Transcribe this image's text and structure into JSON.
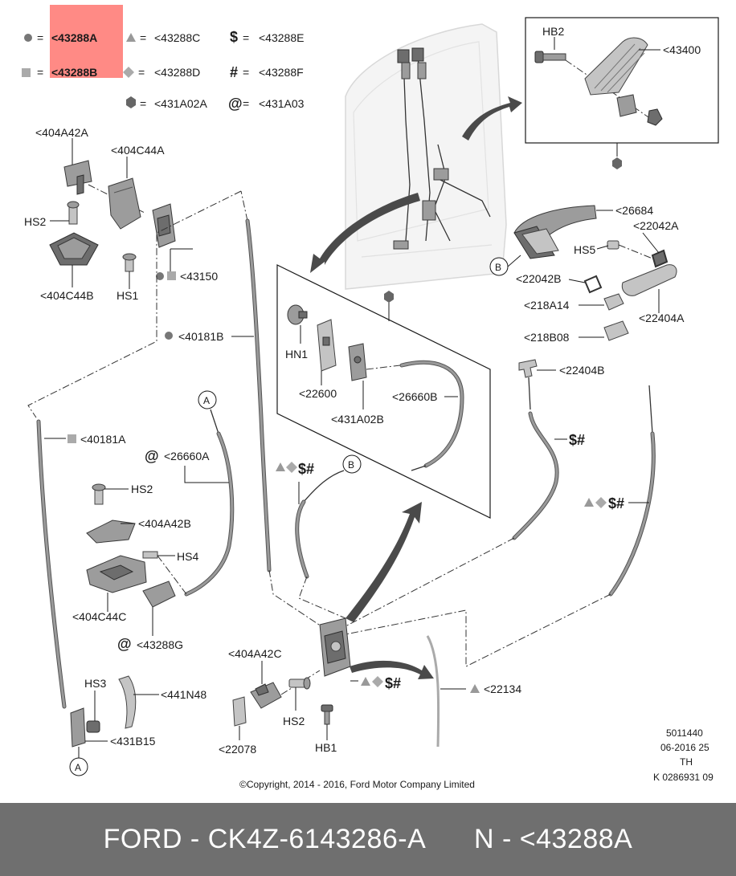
{
  "legend": {
    "eq": "=",
    "items": [
      {
        "symbol": "circle",
        "code": "<43288A"
      },
      {
        "symbol": "triangle",
        "code": "<43288C"
      },
      {
        "symbol": "$",
        "code": "<43288E"
      },
      {
        "symbol": "square",
        "code": "<43288B"
      },
      {
        "symbol": "diamond",
        "code": "<43288D"
      },
      {
        "symbol": "#",
        "code": "<43288F"
      },
      {
        "symbol": "hexagon",
        "code": "<431A02A"
      },
      {
        "symbol": "@",
        "code": "<431A03"
      }
    ],
    "highlight_color": "#ff8a85"
  },
  "symbols": {
    "dollar": "$",
    "hash": "#",
    "dollar_hash": "$#",
    "at": "@"
  },
  "callouts": {
    "A": "A",
    "B": "B"
  },
  "labels": {
    "p404A42A": "<404A42A",
    "p404C44A": "<404C44A",
    "HS2": "HS2",
    "p404C44B": "<404C44B",
    "HS1": "HS1",
    "p43150": "<43150",
    "p40181B": "<40181B",
    "p40181A": "<40181A",
    "p26660A": "<26660A",
    "HS2b": "HS2",
    "p404A42B": "<404A42B",
    "HS4": "HS4",
    "p404C44C": "<404C44C",
    "p43288G": "<43288G",
    "HS3": "HS3",
    "p441N48": "<441N48",
    "p431B15": "<431B15",
    "HB2": "HB2",
    "p43400": "<43400",
    "p26684": "<26684",
    "p22042A": "<22042A",
    "HS5": "HS5",
    "p22042B": "<22042B",
    "p218A14": "<218A14",
    "p22404A": "<22404A",
    "p218B08": "<218B08",
    "p22404B": "<22404B",
    "HN1": "HN1",
    "p22600": "<22600",
    "p431A02B": "<431A02B",
    "p26660B": "<26660B",
    "p404A42C": "<404A42C",
    "HS2c": "HS2",
    "p22078": "<22078",
    "HB1": "HB1",
    "p22134": "<22134"
  },
  "stamp": {
    "line1": "5011440",
    "line2": "06-2016 25",
    "line3": "TH",
    "line4": "K 0286931 09"
  },
  "copyright": "©Copyright, 2014 - 2016, Ford Motor Company Limited",
  "footer": {
    "left": "FORD - CK4Z-6143286-A",
    "right": "N - <43288A"
  },
  "colors": {
    "footer_bg": "#6f6f6f",
    "part_fill": "#9c9c9c"
  }
}
